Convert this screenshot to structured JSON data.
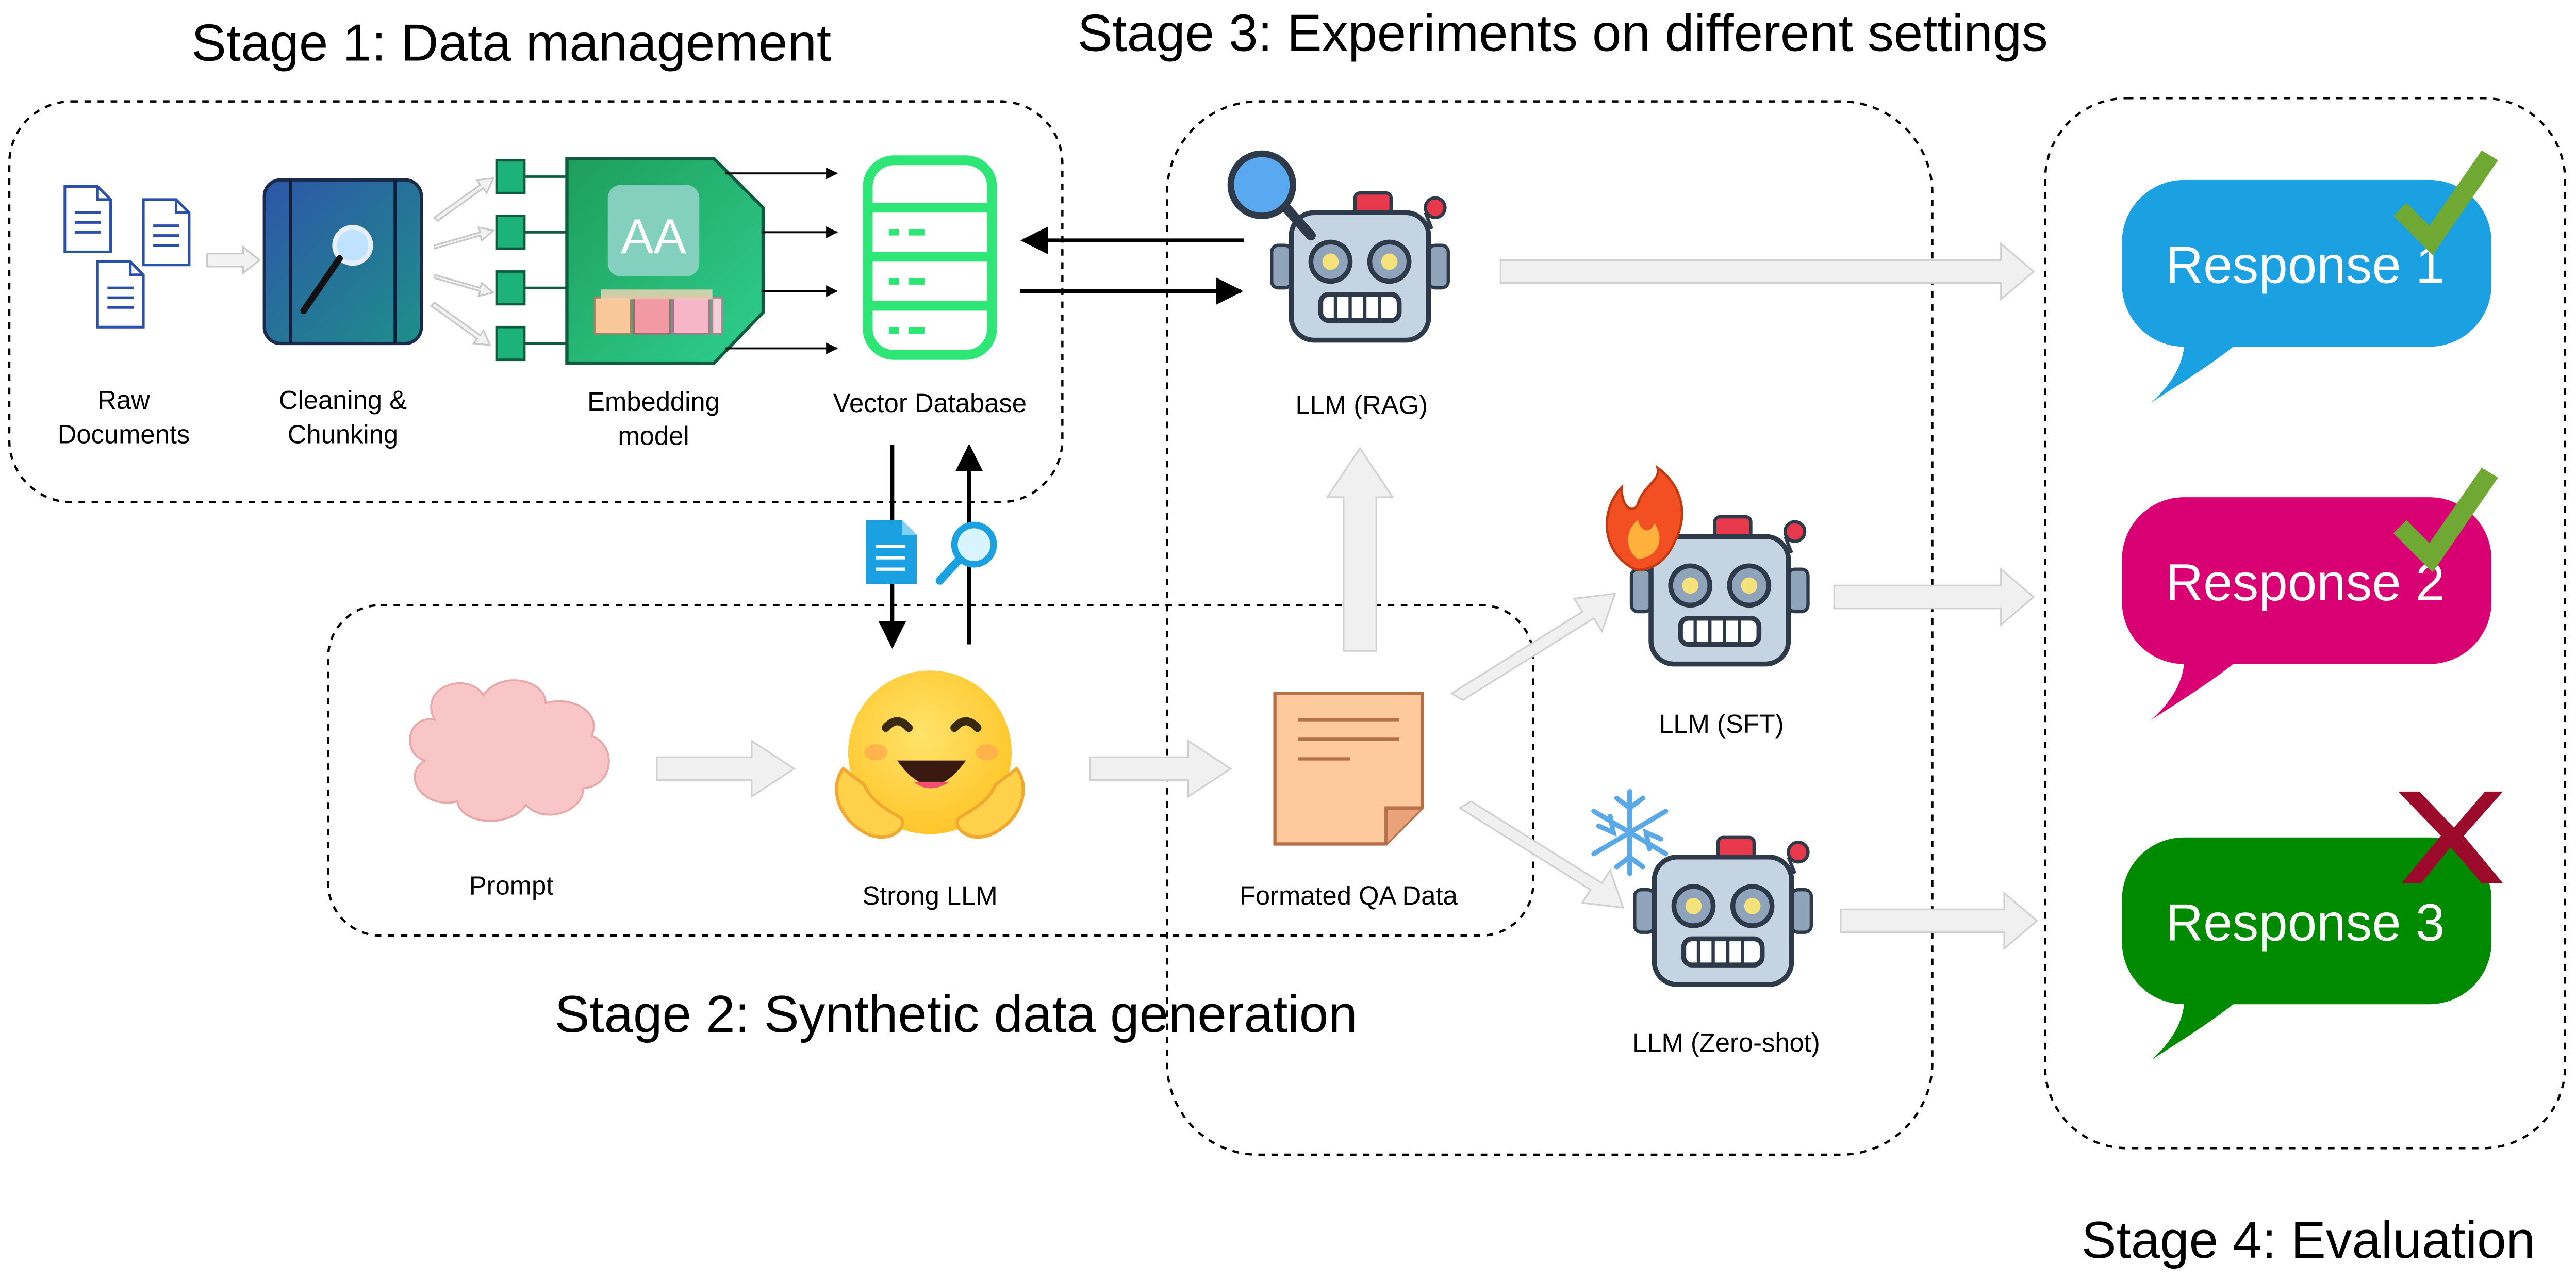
{
  "stages": {
    "stage1": "Stage 1: Data management",
    "stage2": "Stage 2: Synthetic data generation",
    "stage3": "Stage 3: Experiments on different settings",
    "stage4": "Stage 4: Evaluation"
  },
  "stage1_nodes": {
    "raw_documents": [
      "Raw",
      "Documents"
    ],
    "cleaning": [
      "Cleaning &",
      "Chunking"
    ],
    "embedding": [
      "Embedding",
      "model"
    ],
    "embedding_logo": "AA",
    "vector_db": "Vector Database"
  },
  "stage2_nodes": {
    "prompt": "Prompt",
    "strong_llm": "Strong LLM",
    "qa_data": "Formated QA Data"
  },
  "stage3_models": {
    "rag": "LLM (RAG)",
    "sft": "LLM (SFT)",
    "zero_shot": "LLM (Zero-shot)"
  },
  "responses": [
    {
      "label": "Response 1",
      "color": "#1ba1e2",
      "verdict": "check"
    },
    {
      "label": "Response 2",
      "color": "#d80073",
      "verdict": "check"
    },
    {
      "label": "Response 3",
      "color": "#008a00",
      "verdict": "cross"
    }
  ],
  "colors": {
    "check": "#6fa832",
    "cross": "#9b0a2a",
    "vector_db": "#2ee675",
    "embedding": "#1bb37a",
    "robot_body": "#c5d4e3",
    "arrow_gray": "#e6e6e6"
  },
  "icons": {
    "document": "document-icon",
    "magnifier": "magnifier-icon",
    "hugging_face": "hugging-face-icon",
    "fire": "fire-icon",
    "snowflake": "snowflake-icon",
    "robot": "robot-icon"
  }
}
